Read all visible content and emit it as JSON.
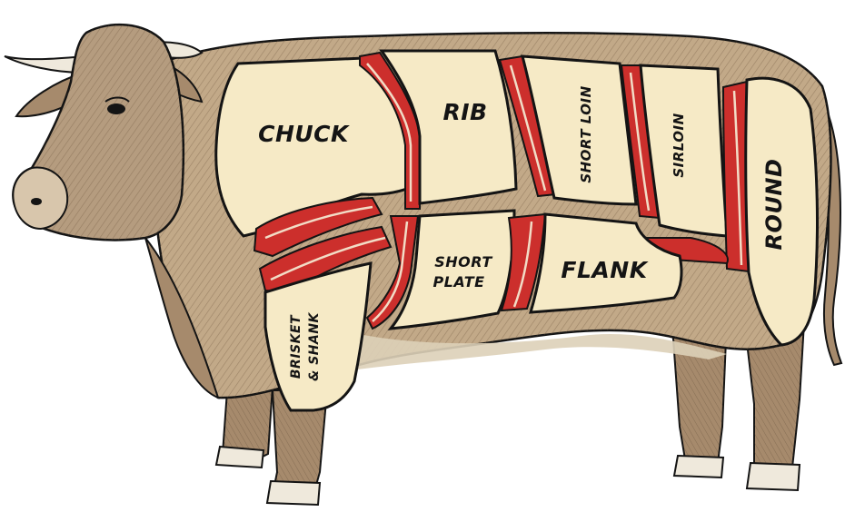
{
  "diagram": {
    "cuts": {
      "chuck": "CHUCK",
      "rib": "RIB",
      "short_loin": "SHORT LOIN",
      "sirloin": "SIRLOIN",
      "round": "ROUND",
      "short_plate_line1": "SHORT",
      "short_plate_line2": "PLATE",
      "flank": "FLANK",
      "brisket_line1": "BRISKET",
      "brisket_line2": "& SHANK"
    }
  },
  "colors": {
    "hide": "#b59c7f",
    "hide_dark": "#7c6147",
    "belly": "#ddd0b8",
    "cut_fill": "#f6eac6",
    "meat": "#cc2f2c",
    "fat": "#f2dcc6",
    "outline": "#141414",
    "horn": "#efe9dc",
    "hoof": "#efe9dc"
  }
}
